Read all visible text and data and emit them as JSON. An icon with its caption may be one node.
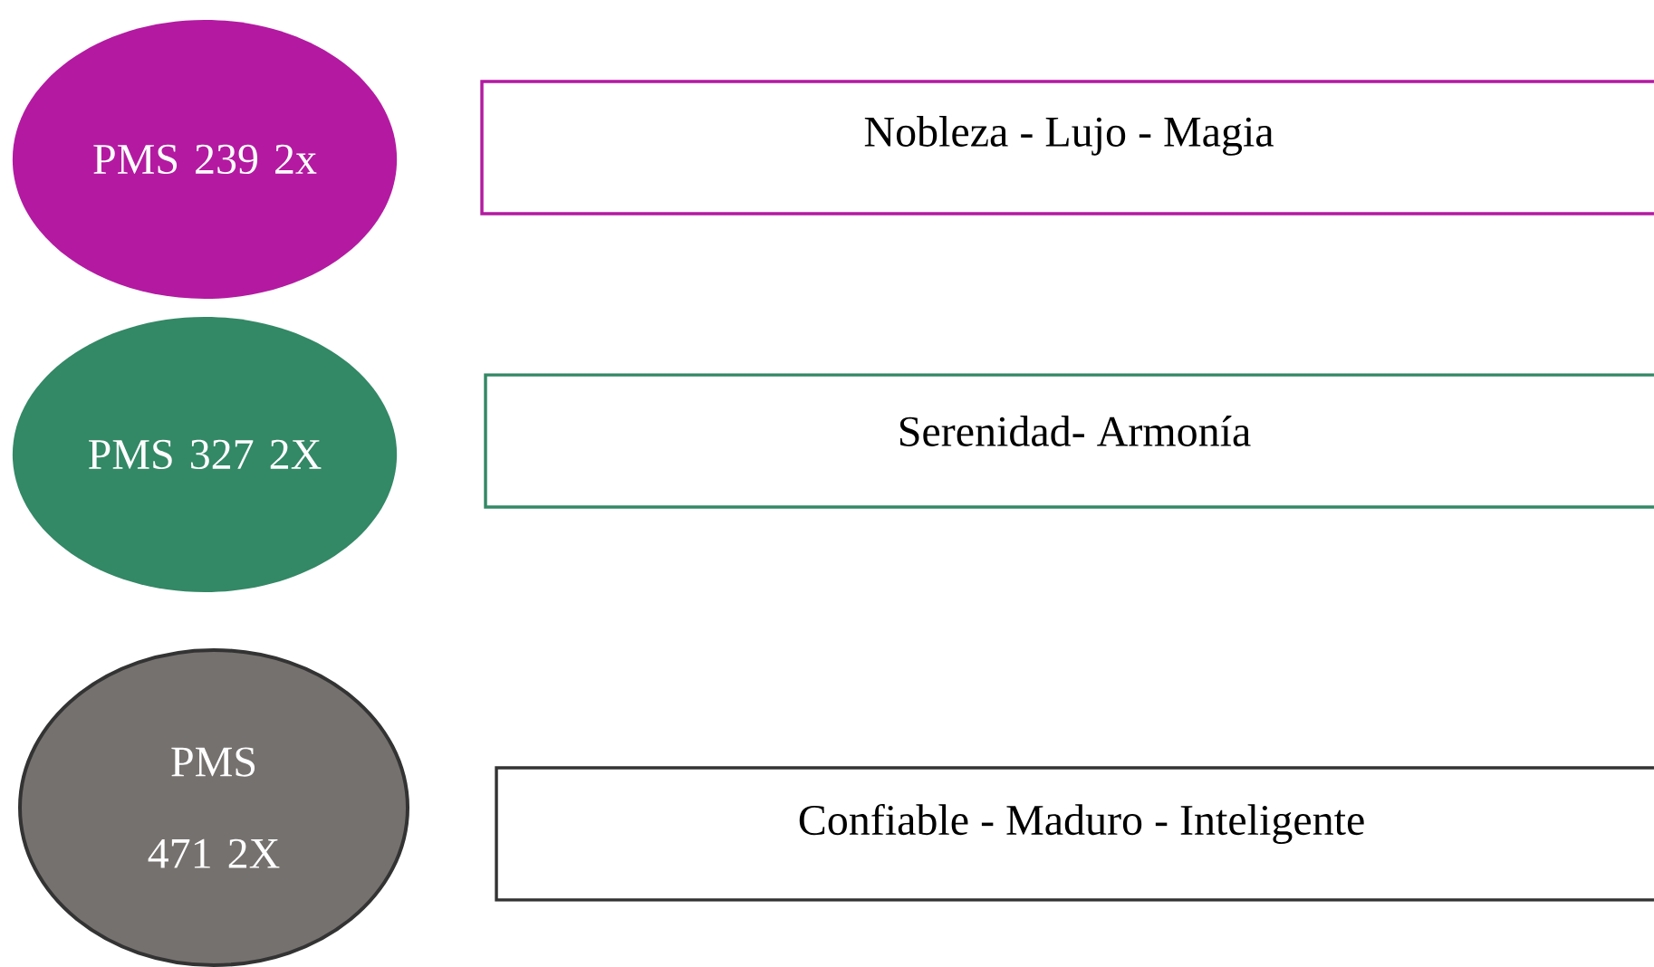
{
  "diagram": {
    "nodes": [
      {
        "text": [
          "PMS 239 2x"
        ]
      },
      {
        "text": [
          "Nobleza - Lujo - Magia"
        ]
      },
      {
        "text": [
          "PMS 327 2X"
        ]
      },
      {
        "text": [
          "Serenidad- Armonía"
        ]
      },
      {
        "text": [
          "PMS 471 2X"
        ]
      },
      {
        "text": [
          "Confiable - Maduro - Inteligente"
        ]
      }
    ]
  }
}
